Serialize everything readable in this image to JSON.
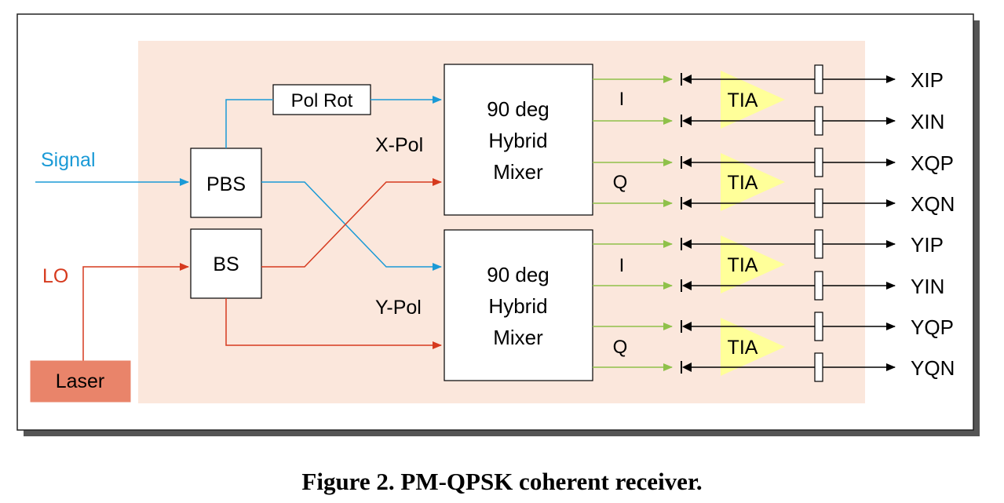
{
  "diagram": {
    "input_signal": "Signal",
    "input_lo": "LO",
    "laser": "Laser",
    "pbs": "PBS",
    "bs": "BS",
    "pol_rot": "Pol Rot",
    "x_pol": "X-Pol",
    "y_pol": "Y-Pol",
    "hybrid_x": {
      "line1": "90 deg",
      "line2": "Hybrid",
      "line3": "Mixer"
    },
    "hybrid_y": {
      "line1": "90 deg",
      "line2": "Hybrid",
      "line3": "Mixer"
    },
    "i_label": "I",
    "q_label": "Q",
    "amplifier": "TIA",
    "outputs": [
      "XIP",
      "XIN",
      "XQP",
      "XQN",
      "YIP",
      "YIN",
      "YQP",
      "YQN"
    ]
  },
  "caption": "Figure 2. PM-QPSK coherent receiver.",
  "colors": {
    "signal_path": "#1a9ad6",
    "lo_path": "#d63a1e",
    "output_path": "#8fc14a",
    "background_panel": "#fbe7dc",
    "laser_box": "#e9846a",
    "tia": "#ffff99"
  }
}
